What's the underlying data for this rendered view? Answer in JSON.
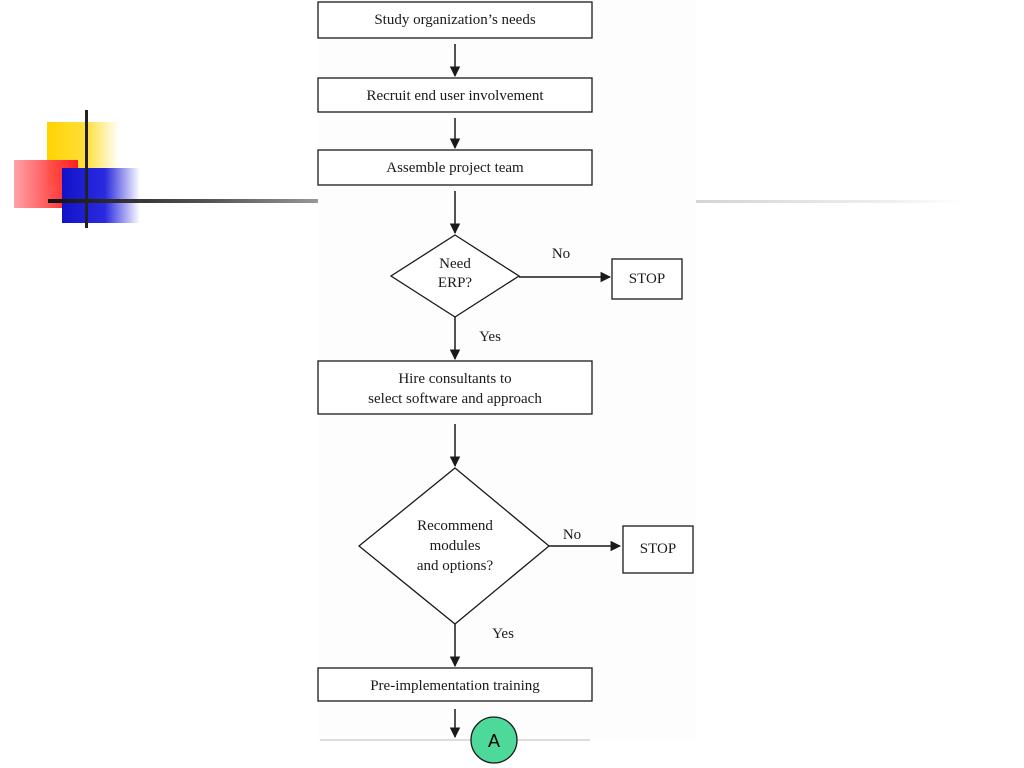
{
  "flowchart": {
    "steps": {
      "study": "Study organization’s needs",
      "recruit": "Recruit end user involvement",
      "assemble": "Assemble project team",
      "hire_line1": "Hire consultants to",
      "hire_line2": "select software and approach",
      "training": "Pre-implementation training"
    },
    "decisions": {
      "need_erp_line1": "Need",
      "need_erp_line2": "ERP?",
      "recommend_line1": "Recommend",
      "recommend_line2": "modules",
      "recommend_line3": "and options?"
    },
    "branch_labels": {
      "no_1": "No",
      "yes_1": "Yes",
      "no_2": "No",
      "yes_2": "Yes"
    },
    "terminals": {
      "stop_1": "STOP",
      "stop_2": "STOP"
    },
    "connector": {
      "label": "A",
      "fill": "#4cd99a"
    }
  }
}
